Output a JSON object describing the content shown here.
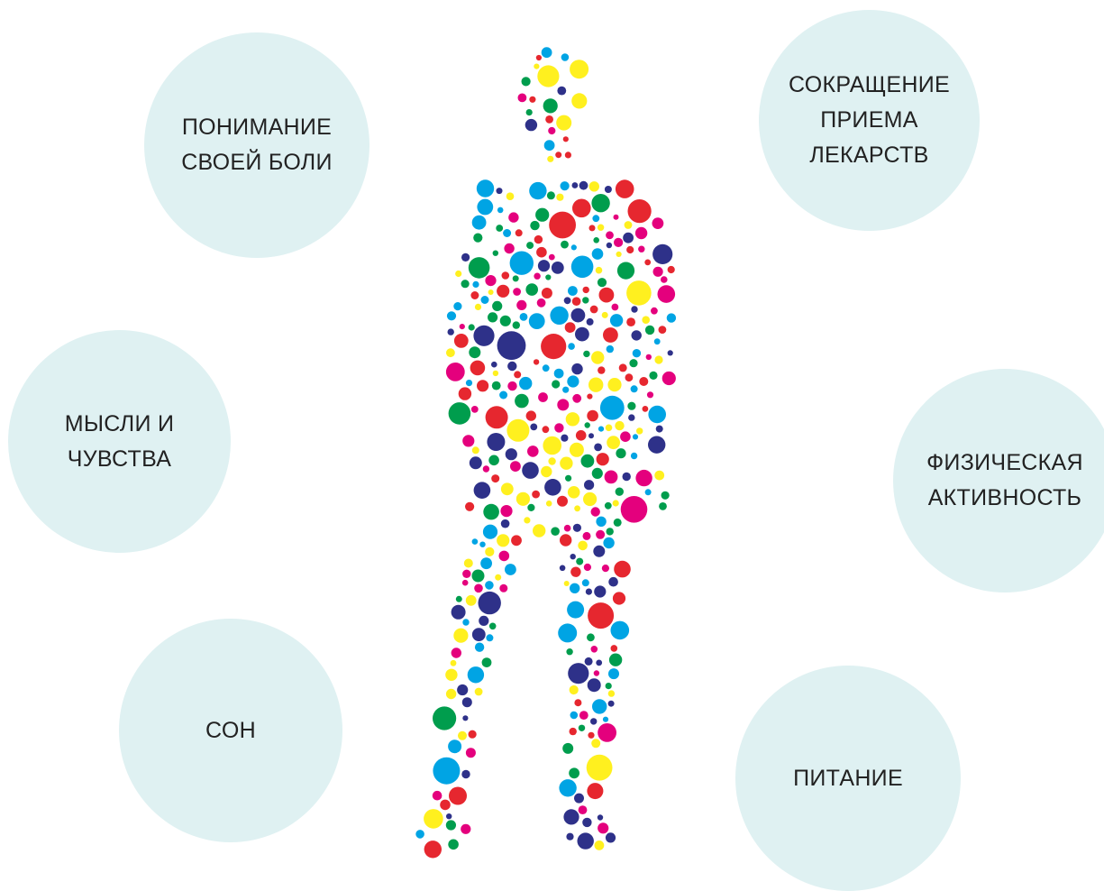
{
  "colors": {
    "circle_fill": "#dff1f2",
    "text": "#222222",
    "dot_palette": [
      "#e6272f",
      "#fff01f",
      "#009d4d",
      "#e4007d",
      "#00a4e4",
      "#2e3189"
    ]
  },
  "illustration": {
    "name": "human-figure-made-of-colored-dots"
  },
  "topics": [
    {
      "id": "pain",
      "label": "ПОНИМАНИЕ\nСВОЕЙ БОЛИ"
    },
    {
      "id": "meds",
      "label": "СОКРАЩЕНИЕ\nПРИЕМА\nЛЕКАРСТВ"
    },
    {
      "id": "thoughts",
      "label": "МЫСЛИ И\nЧУВСТВА"
    },
    {
      "id": "activity",
      "label": "ФИЗИЧЕСКАЯ\nАКТИВНОСТЬ"
    },
    {
      "id": "sleep",
      "label": "СОН"
    },
    {
      "id": "nutrition",
      "label": "ПИТАНИЕ"
    }
  ]
}
